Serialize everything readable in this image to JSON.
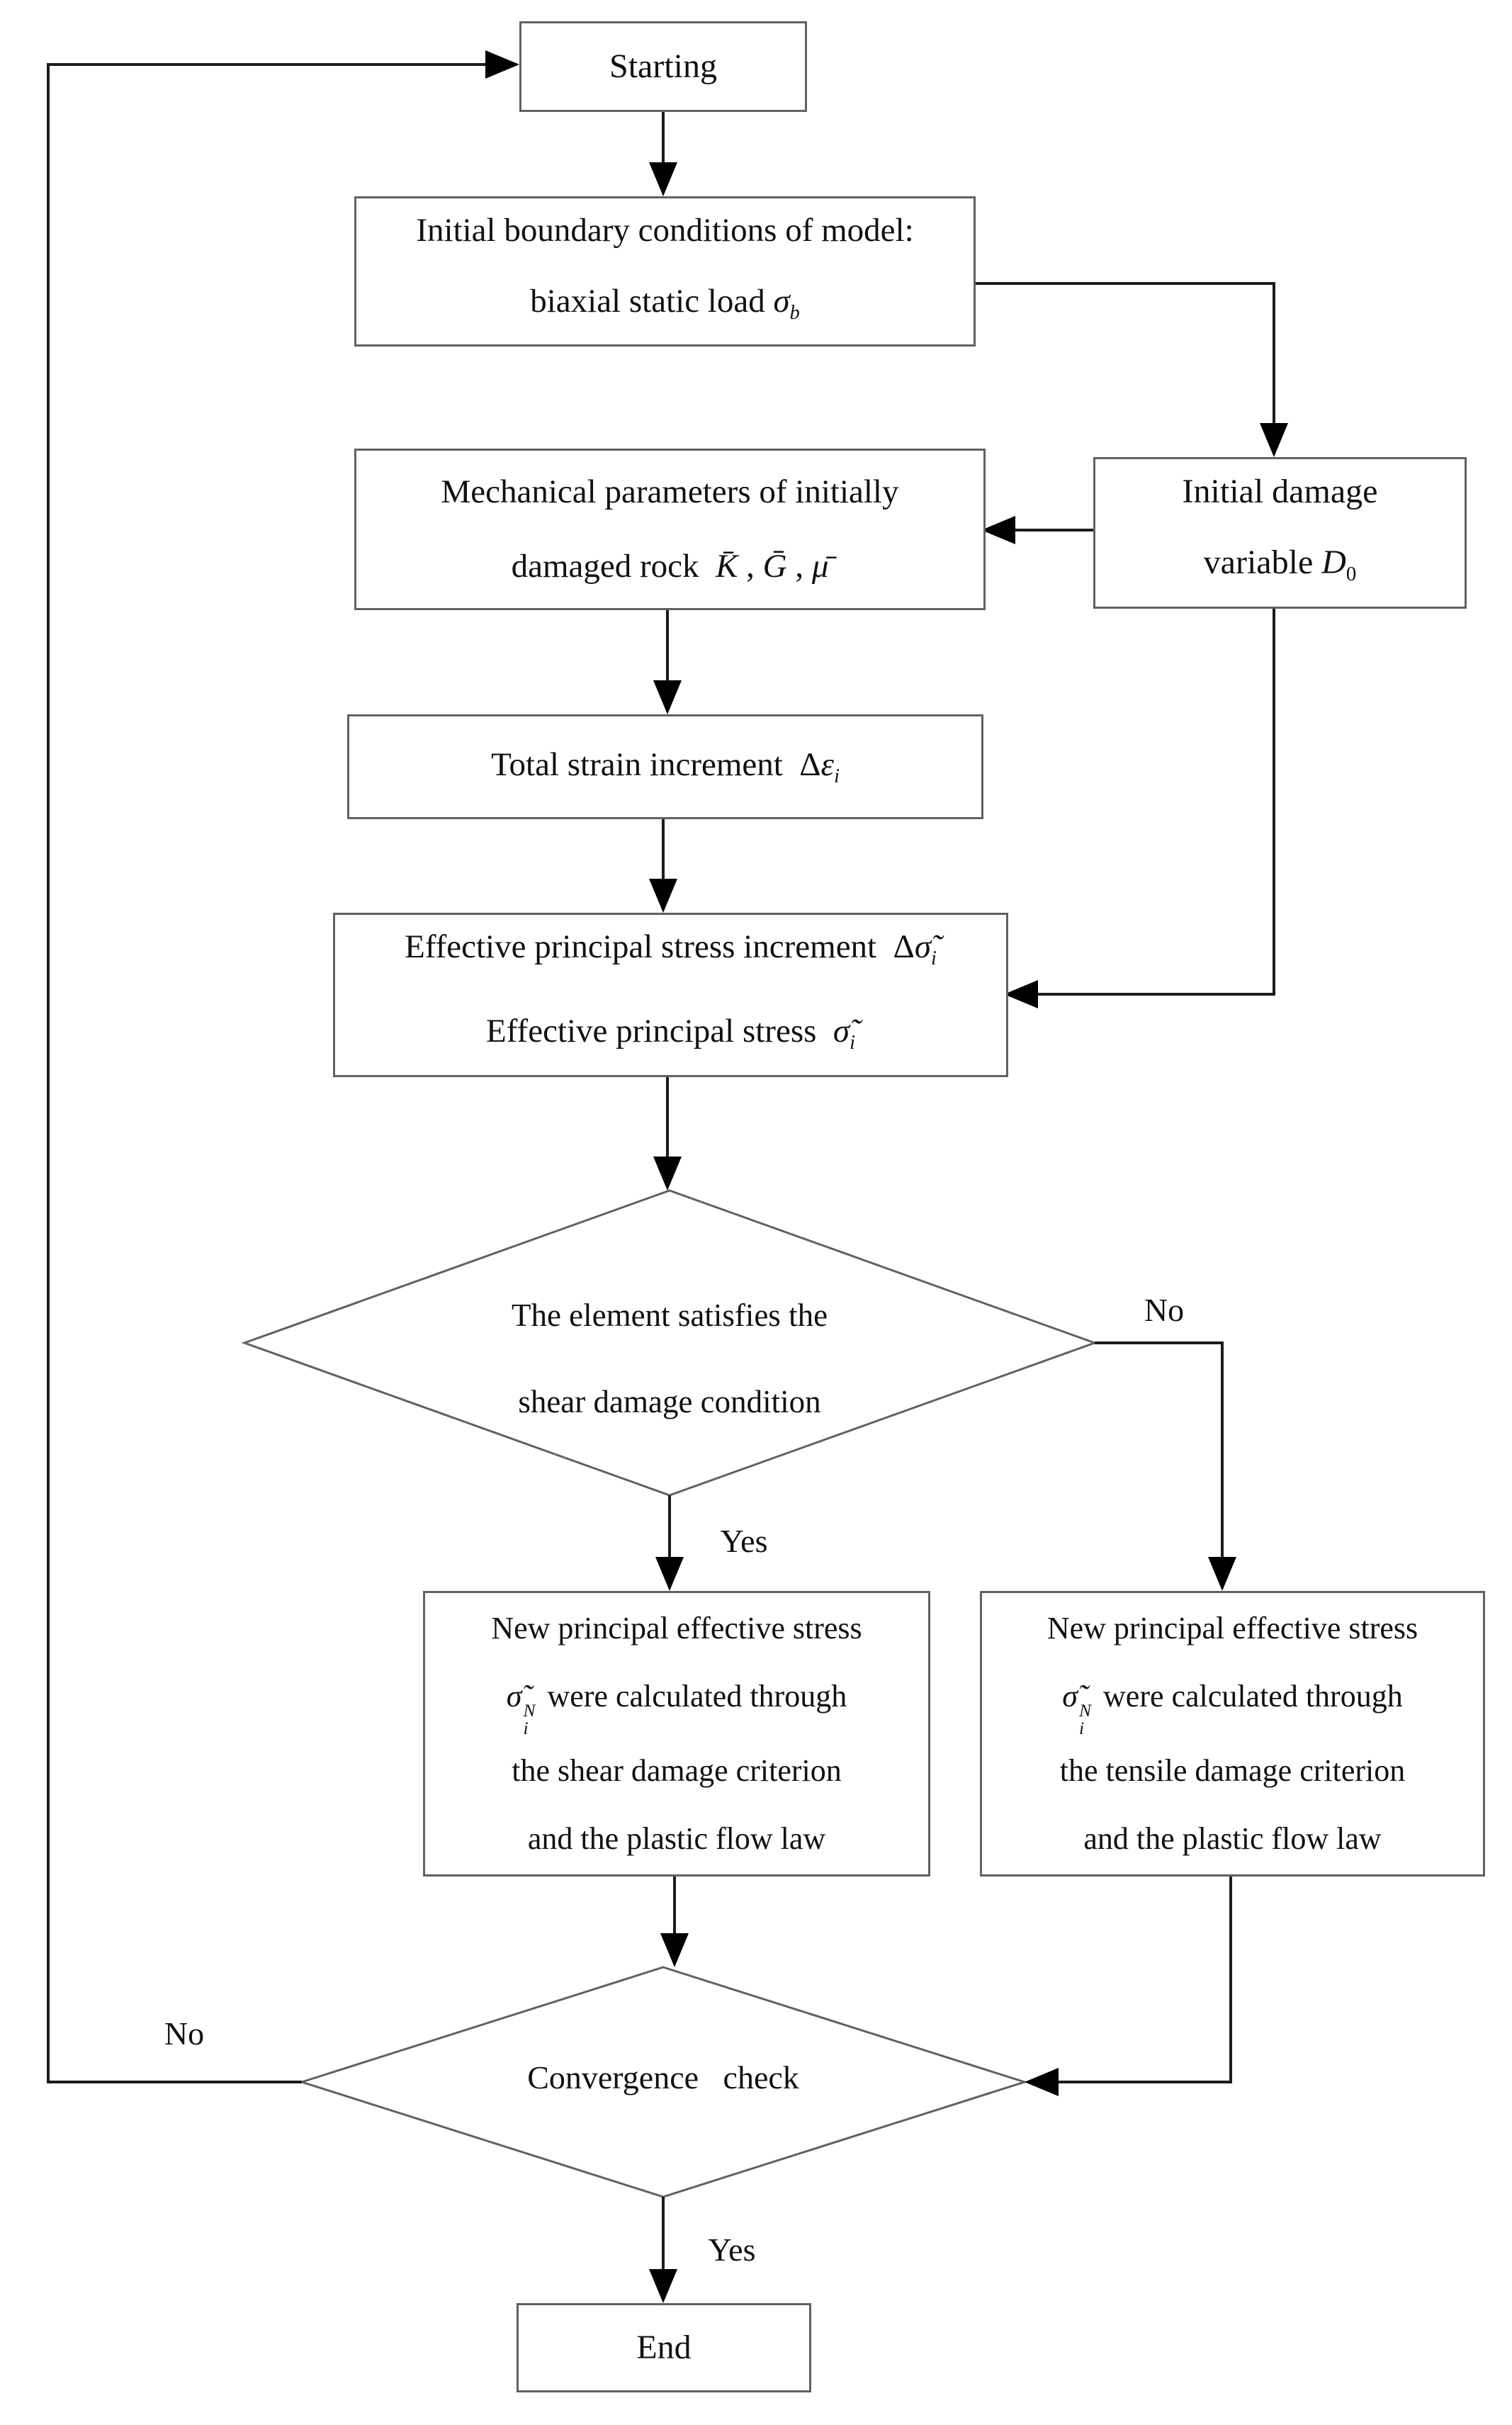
{
  "colors": {
    "background": "#ffffff",
    "box_border": "#616161",
    "connector": "#1c1c1c",
    "text": "#111111"
  },
  "branch_labels": {
    "shear_no": "No",
    "shear_yes": "Yes",
    "convergence_no": "No",
    "convergence_yes": "Yes"
  },
  "nodes": {
    "start": {
      "lines": [
        [
          {
            "t": "Starting"
          }
        ]
      ]
    },
    "boundary": {
      "lines": [
        [
          {
            "t": "Initial boundary conditions of model:"
          }
        ],
        [
          {
            "t": "biaxial static load "
          },
          {
            "t": "σ",
            "i": true,
            "sub": "b"
          }
        ]
      ]
    },
    "mech": {
      "lines": [
        [
          {
            "t": "Mechanical parameters of initially"
          }
        ],
        [
          {
            "t": "damaged rock  "
          },
          {
            "t": "K̄",
            "i": true
          },
          {
            "t": " , "
          },
          {
            "t": "Ḡ",
            "i": true
          },
          {
            "t": " , "
          },
          {
            "t": "μ̄",
            "i": true
          }
        ]
      ]
    },
    "d0": {
      "lines": [
        [
          {
            "t": "Initial damage"
          }
        ],
        [
          {
            "t": "variable "
          },
          {
            "t": "D",
            "i": true,
            "sub": "0"
          }
        ]
      ]
    },
    "strain": {
      "lines": [
        [
          {
            "t": "Total strain increment  Δ"
          },
          {
            "t": "ε",
            "i": true,
            "sub": "i"
          }
        ]
      ]
    },
    "eff": {
      "lines": [
        [
          {
            "t": "Effective principal stress increment  Δ"
          },
          {
            "t": "σ̃",
            "i": true,
            "sub": "i"
          }
        ],
        [
          {
            "t": "Effective principal stress  "
          },
          {
            "t": "σ̃",
            "i": true,
            "sub": "i"
          }
        ]
      ]
    },
    "shear_decision": {
      "lines": [
        [
          {
            "t": "The element satisfies the"
          }
        ],
        [
          {
            "t": "shear damage condition"
          }
        ]
      ]
    },
    "shear_calc": {
      "lines": [
        [
          {
            "t": "New principal effective stress"
          }
        ],
        [
          {
            "t": "σ̃",
            "i": true,
            "stack": {
              "sup": "N",
              "sub": "i"
            }
          },
          {
            "t": " were calculated through"
          }
        ],
        [
          {
            "t": "the shear damage criterion"
          }
        ],
        [
          {
            "t": "and the plastic flow law"
          }
        ]
      ]
    },
    "tensile_calc": {
      "lines": [
        [
          {
            "t": "New principal effective stress"
          }
        ],
        [
          {
            "t": "σ̃",
            "i": true,
            "stack": {
              "sup": "N",
              "sub": "i"
            }
          },
          {
            "t": " were calculated through"
          }
        ],
        [
          {
            "t": "the tensile damage criterion"
          }
        ],
        [
          {
            "t": "and the plastic flow law"
          }
        ]
      ]
    },
    "convergence_decision": {
      "lines": [
        [
          {
            "t": "Convergence   check"
          }
        ]
      ]
    },
    "end": {
      "lines": [
        [
          {
            "t": "End"
          }
        ]
      ]
    }
  },
  "edges": [
    {
      "from": "start",
      "to": "boundary"
    },
    {
      "from": "boundary",
      "to": "mech"
    },
    {
      "from": "boundary",
      "to": "d0"
    },
    {
      "from": "d0",
      "to": "mech"
    },
    {
      "from": "d0",
      "to": "eff"
    },
    {
      "from": "mech",
      "to": "strain"
    },
    {
      "from": "strain",
      "to": "eff"
    },
    {
      "from": "eff",
      "to": "shear_decision"
    },
    {
      "from": "shear_decision",
      "to": "shear_calc",
      "label": "Yes"
    },
    {
      "from": "shear_decision",
      "to": "tensile_calc",
      "label": "No"
    },
    {
      "from": "shear_calc",
      "to": "convergence_decision"
    },
    {
      "from": "tensile_calc",
      "to": "convergence_decision"
    },
    {
      "from": "convergence_decision",
      "to": "start",
      "label": "No"
    },
    {
      "from": "convergence_decision",
      "to": "end",
      "label": "Yes"
    }
  ]
}
